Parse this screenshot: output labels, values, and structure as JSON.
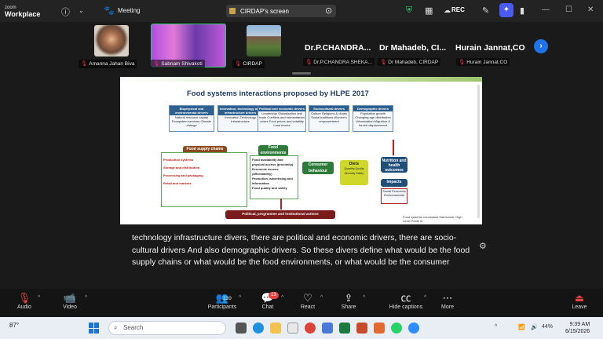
{
  "titlebar": {
    "brand_line1": "zoom",
    "brand_line2": "Workplace",
    "meeting_label": "Meeting",
    "share_label": "CIRDAP's screen",
    "rec_label": "REC"
  },
  "participants": [
    {
      "name": "Amanna Jahan Biva",
      "muted": true
    },
    {
      "name": "Sabnam Shivakoti",
      "muted": true
    },
    {
      "name": "CIRDAP",
      "muted": true
    }
  ],
  "name_tiles": [
    {
      "display": "Dr.P.CHANDRA...",
      "label": "Dr.P.CHANDRA SHEKA..."
    },
    {
      "display": "Dr Mahadeb, CI...",
      "label": "Dr Mahadeb, CIRDAP"
    },
    {
      "display": "Hurain Jannat,CO",
      "label": "Hurain Jannat,CO"
    }
  ],
  "slide": {
    "title": "Food systems interactions proposed by HLPE 2017",
    "drivers": [
      {
        "head": "Biophysical and environmental drivers",
        "body": "Natural resource capital Ecosystem services Climate change"
      },
      {
        "head": "Innovation, technology and infrastructure drivers",
        "body": "Innovation Technology Infrastructure"
      },
      {
        "head": "Political and economic drivers",
        "body": "Leadership Globalization and trade Conflicts and humanitarian crises Food prices and volatility Land tenure"
      },
      {
        "head": "Sociocultural drivers",
        "body": "Culture Religions & rituals Social traditions Women's empowerment"
      },
      {
        "head": "Demographic drivers",
        "body": "Population growth Changing age distribution Urbanization Migration & forced displacement"
      }
    ],
    "supply_chains": "Food supply chains",
    "supply_items": [
      "Production systems",
      "Storage and distribution",
      "Processing and packaging",
      "Retail and markets"
    ],
    "food_env": "Food environments",
    "food_env_items": [
      "Food availability and physical access (proximity)",
      "Economic access (affordability)",
      "Promotion, advertising and information",
      "Food quality and safety"
    ],
    "consumer": "Consumer behaviour",
    "diets": "Diets",
    "diets_items": "Quantity Quality Diversity Safety",
    "nutrition": "Nutrition and health outcomes",
    "impacts": "Impacts",
    "impacts_items": "Social Economic Environmental",
    "political": "Political, programme and institutional actions",
    "footnote": "Food systems conceptual framework. High Level Panel of"
  },
  "caption": "technology infrastructure divers, there are political and economic drivers, there are socio-cultural drivers And also demographic drivers. So these divers define what would be the food supply chains or what would be the food environments, or what would be the consumer",
  "toolbar": {
    "audio": "Audio",
    "video": "Video",
    "participants": "Participants",
    "participant_count": "139",
    "chat": "Chat",
    "chat_badge": "13",
    "react": "React",
    "share": "Share",
    "captions": "Hide captions",
    "more": "More",
    "leave": "Leave"
  },
  "taskbar": {
    "weather": "87°",
    "search_placeholder": "Search",
    "battery": "44%",
    "time": "9:39 AM",
    "date": "6/15/2026"
  }
}
